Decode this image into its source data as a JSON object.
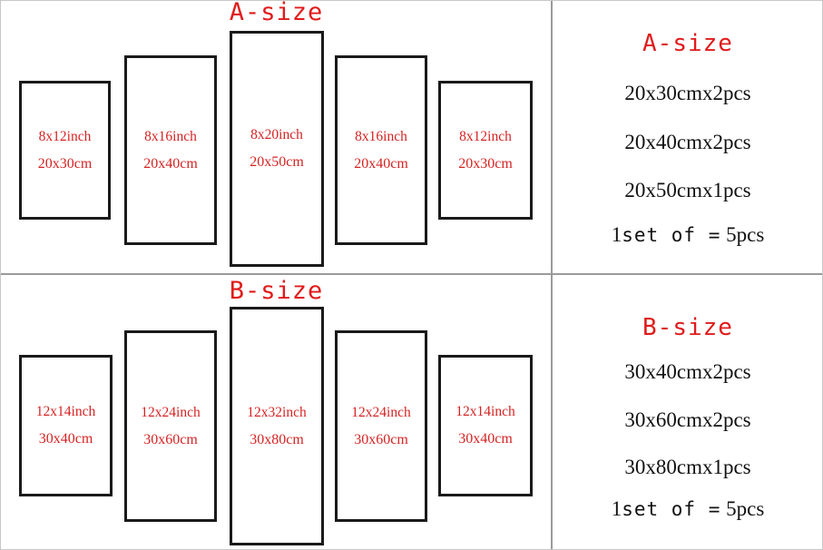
{
  "colors": {
    "title_red": "#e01b1b",
    "label_red": "#d62222",
    "panel_outline": "#1a1a1a",
    "divider": "#9a9a9a",
    "background": "#ffffff",
    "legend_text": "#111111"
  },
  "sections": [
    {
      "key": "a",
      "diagram_title": "A-size",
      "legend_title": "A-size",
      "panels": [
        {
          "inch": "8x12inch",
          "cm": "20x30cm"
        },
        {
          "inch": "8x16inch",
          "cm": "20x40cm"
        },
        {
          "inch": "8x20inch",
          "cm": "20x50cm"
        },
        {
          "inch": "8x16inch",
          "cm": "20x40cm"
        },
        {
          "inch": "8x12inch",
          "cm": "20x30cm"
        }
      ],
      "legend_lines": [
        "20x30cmx2pcs",
        "20x40cmx2pcs",
        "20x50cmx1pcs"
      ],
      "total": {
        "count": "1",
        "middle": "set of =",
        "pieces": "5pcs"
      }
    },
    {
      "key": "b",
      "diagram_title": "B-size",
      "legend_title": "B-size",
      "panels": [
        {
          "inch": "12x14inch",
          "cm": "30x40cm"
        },
        {
          "inch": "12x24inch",
          "cm": "30x60cm"
        },
        {
          "inch": "12x32inch",
          "cm": "30x80cm"
        },
        {
          "inch": "12x24inch",
          "cm": "30x60cm"
        },
        {
          "inch": "12x14inch",
          "cm": "30x40cm"
        }
      ],
      "legend_lines": [
        "30x40cmx2pcs",
        "30x60cmx2pcs",
        "30x80cmx1pcs"
      ],
      "total": {
        "count": "1",
        "middle": "set of =",
        "pieces": "5pcs"
      }
    }
  ]
}
